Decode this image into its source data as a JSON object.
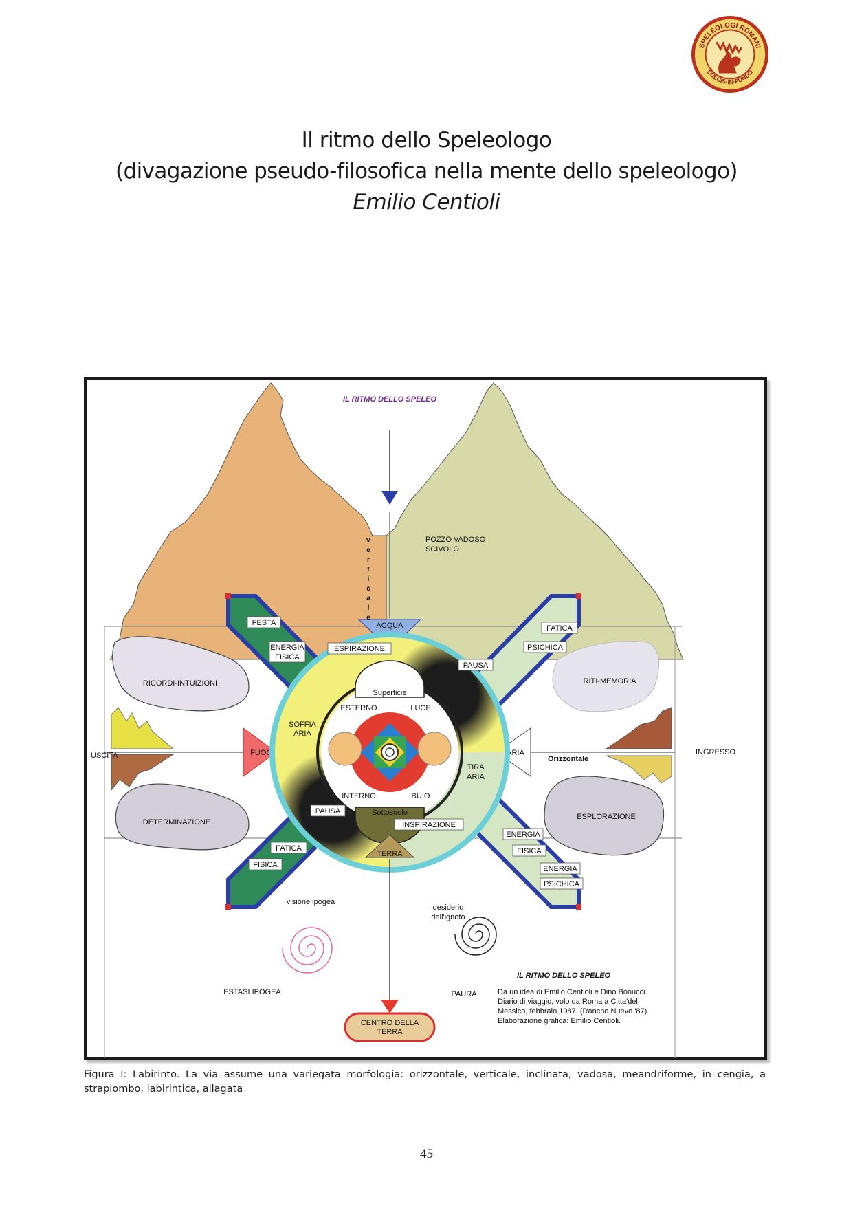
{
  "logo": {
    "ring_text_top": "SPELEOLOGI ROMANI",
    "ring_text_bottom": "DULCIS·IN·FUNDO",
    "colors": {
      "ring": "#e8b530",
      "figures": "#b8321d"
    }
  },
  "title": {
    "line1": "Il ritmo dello Speleologo",
    "line2": "(divagazione pseudo-filosofica nella mente dello speleologo)",
    "author": "Emilio Centioli"
  },
  "diagram": {
    "header": "IL RITMO DELLO SPELEO",
    "vertical_letters": [
      "V",
      "e",
      "r",
      "t",
      "i",
      "c",
      "a",
      "l",
      "e"
    ],
    "pozzo1": "POZZO  VADOSO",
    "pozzo2": "SCIVOLO",
    "acqua": "ACQUA",
    "fuoco": "FUOCO",
    "aria": "ARIA",
    "terra": "TERRA",
    "uscita": "USCITA",
    "ingresso": "INGRESSO",
    "orizzontale": "Orizzontale",
    "cloud_ricordi": "RICORDI-INTUIZIONI",
    "cloud_riti": "RITI-MEMORIA",
    "cloud_determinazione": "DETERMINAZIONE",
    "cloud_esplorazione": "ESPLORAZIONE",
    "arm_tl_1": "FESTA",
    "arm_tl_2a": "ENERGIA",
    "arm_tl_2b": "FISICA",
    "arm_tr_1": "FATICA",
    "arm_tr_2": "PSICHICA",
    "arm_bl_1": "FATICA",
    "arm_bl_2": "FISICA",
    "arm_br_1": "ENERGIA",
    "arm_br_2": "FISICA",
    "arm_br_3": "ENERGIA",
    "arm_br_4": "PSICHICA",
    "espirazione": "ESPIRAZIONE",
    "pausa_top": "PAUSA",
    "soffia1": "SOFFIA",
    "soffia2": "ARIA",
    "tira1": "TIRA",
    "tira2": "ARIA",
    "pausa_bottom": "PAUSA",
    "inspirazione": "INSPIRAZIONE",
    "superficie": "Superficie",
    "esterno": "ESTERNO",
    "luce": "LUCE",
    "interno": "INTERNO",
    "buio": "BUIO",
    "sottosuolo": "Sottosuolo",
    "visione": "visione ipogea",
    "desiderio1": "desiderio",
    "desiderio2": "dell'ignoto",
    "estasi": "ESTASI IPOGEA",
    "paura": "PAURA",
    "centro1": "CENTRO DELLA",
    "centro2": "TERRA",
    "credits_title": "IL RITMO DELLO SPELEO",
    "credits1": "Da un idea di Emilio Centioli e Dino Bonucci",
    "credits2": "Diario di viaggio, volo da Roma a Citta'del",
    "credits3": "Messico, febbraio 1987, (Rancho Nuevo '87).",
    "credits4": "Elaborazione grafica: Emilio Centioli.",
    "colors": {
      "mountain_left": "#e8b378",
      "mountain_right": "#d7d9a8",
      "arm_green": "#2e8b57",
      "arm_border": "#2b3ea8",
      "outer_ring": "#6ccfd8",
      "yellow": "#f2ef7a",
      "pale_green": "#d5e6c5",
      "core_red": "#e23b2f"
    }
  },
  "caption": "Figura I: Labirinto.  La via assume una variegata morfologia: orizzontale, verticale, inclinata, vadosa, meandriforme, in cengia, a strapiombo, labirintica, allagata",
  "page_number": "45"
}
